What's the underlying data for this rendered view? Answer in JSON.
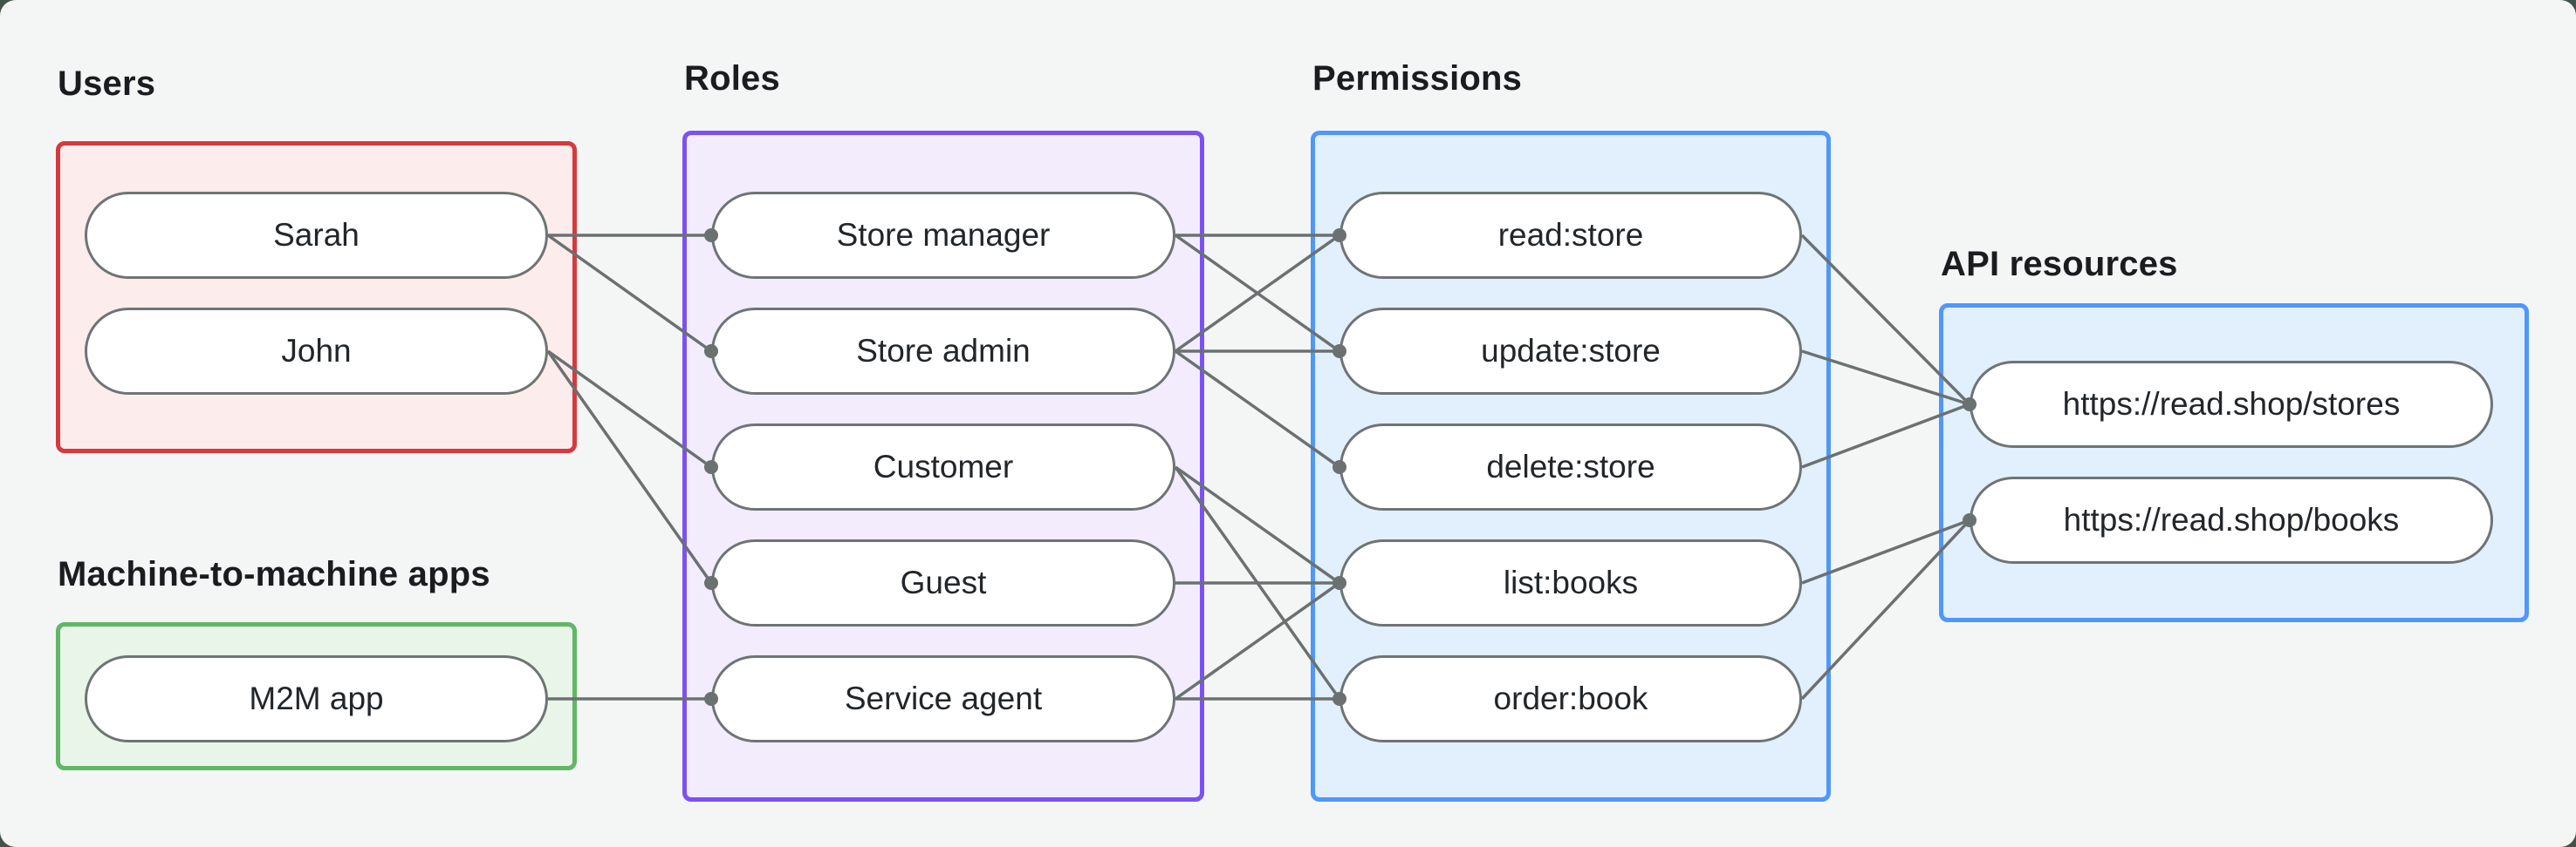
{
  "groups": [
    {
      "id": "users",
      "label": "Users",
      "nodes": [
        "sarah",
        "john"
      ]
    },
    {
      "id": "m2m",
      "label": "Machine-to-machine apps",
      "nodes": [
        "m2m_app"
      ]
    },
    {
      "id": "roles",
      "label": "Roles",
      "nodes": [
        "store_manager",
        "store_admin",
        "customer",
        "guest",
        "service_agent"
      ]
    },
    {
      "id": "permissions",
      "label": "Permissions",
      "nodes": [
        "read_store",
        "update_store",
        "delete_store",
        "list_books",
        "order_book"
      ]
    },
    {
      "id": "api",
      "label": "API resources",
      "nodes": [
        "stores_api",
        "books_api"
      ]
    }
  ],
  "nodes": {
    "sarah": "Sarah",
    "john": "John",
    "m2m_app": "M2M app",
    "store_manager": "Store manager",
    "store_admin": "Store admin",
    "customer": "Customer",
    "guest": "Guest",
    "service_agent": "Service agent",
    "read_store": "read:store",
    "update_store": "update:store",
    "delete_store": "delete:store",
    "list_books": "list:books",
    "order_book": "order:book",
    "stores_api": "https://read.shop/stores",
    "books_api": "https://read.shop/books"
  },
  "edges": [
    [
      "sarah",
      "store_manager"
    ],
    [
      "sarah",
      "store_admin"
    ],
    [
      "john",
      "customer"
    ],
    [
      "john",
      "guest"
    ],
    [
      "m2m_app",
      "service_agent"
    ],
    [
      "store_manager",
      "read_store"
    ],
    [
      "store_manager",
      "update_store"
    ],
    [
      "store_admin",
      "read_store"
    ],
    [
      "store_admin",
      "update_store"
    ],
    [
      "store_admin",
      "delete_store"
    ],
    [
      "customer",
      "list_books"
    ],
    [
      "customer",
      "order_book"
    ],
    [
      "guest",
      "list_books"
    ],
    [
      "service_agent",
      "list_books"
    ],
    [
      "service_agent",
      "order_book"
    ],
    [
      "read_store",
      "stores_api"
    ],
    [
      "update_store",
      "stores_api"
    ],
    [
      "delete_store",
      "stores_api"
    ],
    [
      "list_books",
      "books_api"
    ],
    [
      "order_book",
      "books_api"
    ]
  ],
  "colors": {
    "users_border": "#d6393f",
    "users_fill": "#fdecec",
    "m2m_border": "#62b766",
    "m2m_fill": "#e9f5e9",
    "roles_border": "#7a52f4",
    "roles_fill": "#f2ecfd",
    "permissions_border": "#4f97fb",
    "permissions_fill": "#e2effd",
    "api_border": "#4f97fb",
    "api_fill": "#e2effd",
    "edge": "#6b7170",
    "node_border": "#6e7474",
    "canvas": "#f4f6f6",
    "outer": "#42544a",
    "heading_text": "#191d1f",
    "node_text": "#22262a"
  }
}
